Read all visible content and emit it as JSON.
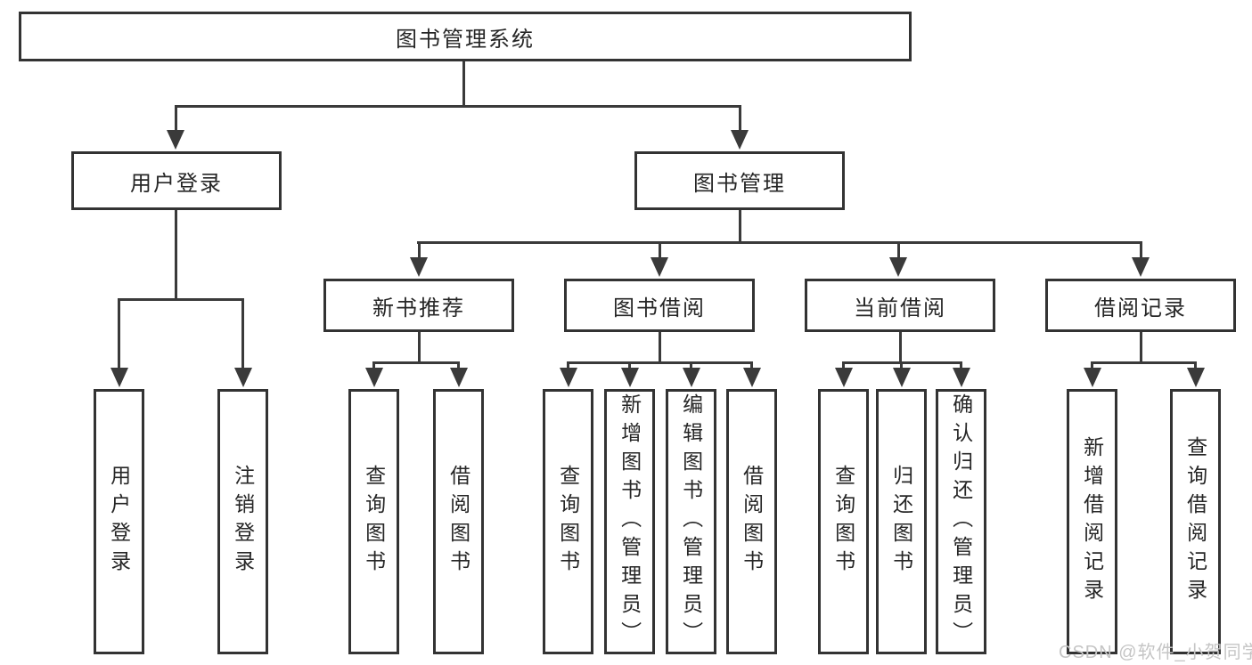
{
  "diagram": {
    "root": {
      "label": "图书管理系统"
    },
    "branches": [
      {
        "label": "用户登录",
        "children": [
          {
            "label": "用户登录"
          },
          {
            "label": "注销登录"
          }
        ]
      },
      {
        "label": "图书管理",
        "children": [
          {
            "label": "新书推荐",
            "children": [
              {
                "label": "查询图书"
              },
              {
                "label": "借阅图书"
              }
            ]
          },
          {
            "label": "图书借阅",
            "children": [
              {
                "label": "查询图书"
              },
              {
                "label": "新增图书（管理员）"
              },
              {
                "label": "编辑图书（管理员）"
              },
              {
                "label": "借阅图书"
              }
            ]
          },
          {
            "label": "当前借阅",
            "children": [
              {
                "label": "查询图书"
              },
              {
                "label": "归还图书"
              },
              {
                "label": "确认归还（管理员）"
              }
            ]
          },
          {
            "label": "借阅记录",
            "children": [
              {
                "label": "新增借阅记录"
              },
              {
                "label": "查询借阅记录"
              }
            ]
          }
        ]
      }
    ]
  },
  "watermark": {
    "text": "CSDN @软件_小贺同学"
  },
  "colors": {
    "line": "#3a3a3a",
    "box_border": "#333333",
    "text": "#262626",
    "watermark": "#c5c5c5",
    "background": "#ffffff"
  }
}
